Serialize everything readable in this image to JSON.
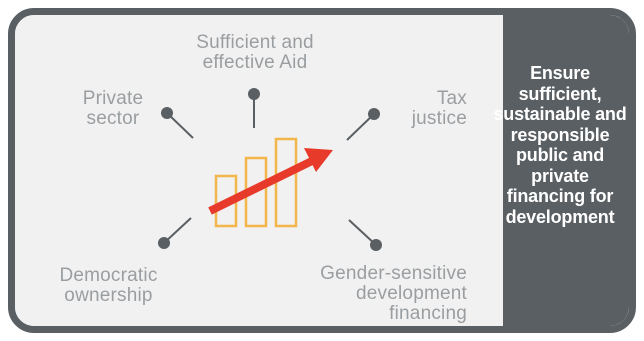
{
  "center_title": "Ensure sufficient, sustainable and responsible public and private financing for development",
  "labels": {
    "sufficient_aid": "Sufficient and effective Aid",
    "private_sector": "Private sector",
    "tax_justice": "Tax justice",
    "democratic_ownership": "Democratic ownership",
    "gender_financing": "Gender-sensitive development financing"
  },
  "colors": {
    "dark_gray": "#5a5f63",
    "light_gray": "#f1f1f1",
    "label_gray": "#9a9ea1",
    "bar_orange": "#f2b64a",
    "arrow_red": "#e73a2a"
  },
  "icons": {
    "growth_chart": "bar-chart-with-arrow-icon"
  }
}
